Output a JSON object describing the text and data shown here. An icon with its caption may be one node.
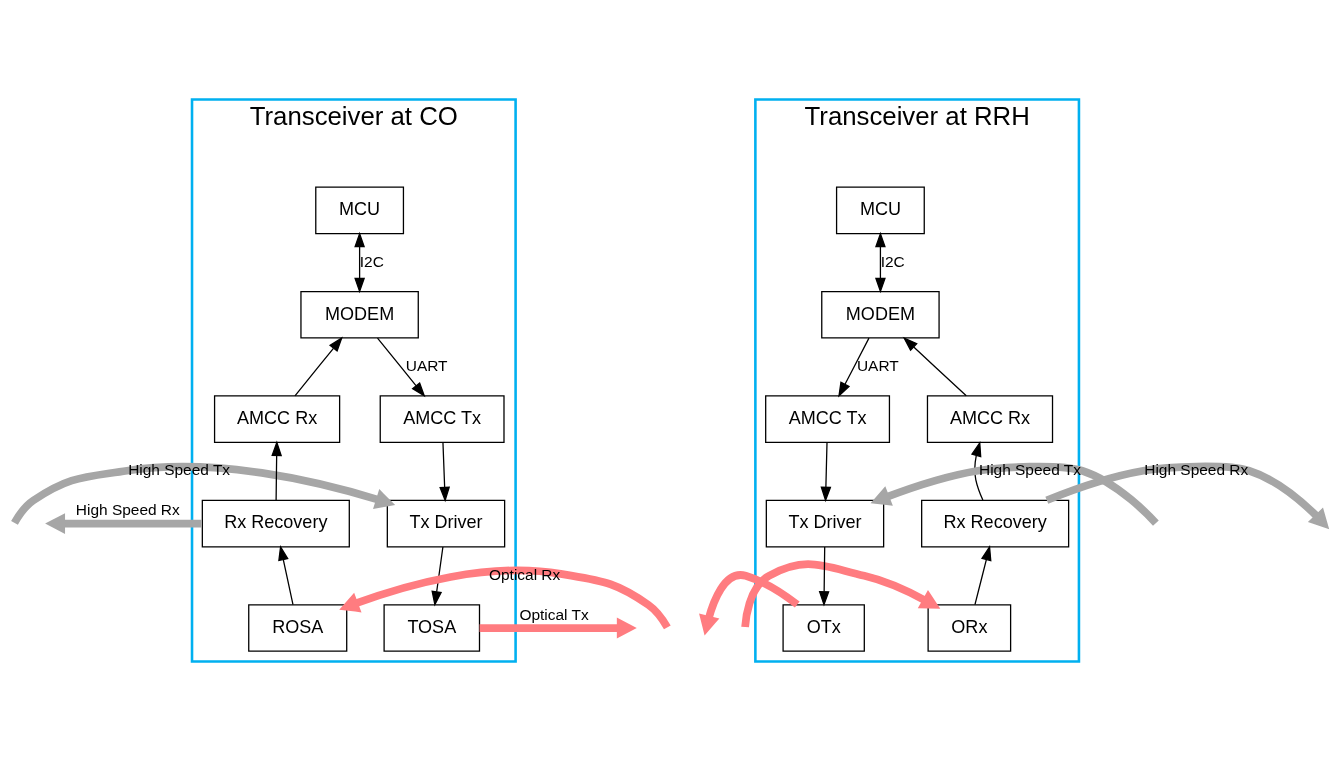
{
  "diagram": {
    "nodes": [
      {
        "text": [
          "Transceiver at CO"
        ]
      },
      {
        "text": [
          "MCU"
        ],
        "in": 0
      },
      {
        "text": [
          "MODEM"
        ],
        "in": 0
      },
      {
        "text": [
          "AMCC Rx"
        ],
        "in": 0
      },
      {
        "text": [
          "AMCC Tx"
        ],
        "in": 0
      },
      {
        "text": [
          "Tx Driver"
        ],
        "in": 0
      },
      {
        "text": [
          "Rx Recovery"
        ],
        "in": 0
      },
      {
        "text": [
          "TOSA"
        ],
        "in": 0
      },
      {
        "text": [
          "ROSA"
        ],
        "in": 0
      },
      {
        "text": [
          "Transceiver at RRH"
        ]
      },
      {
        "text": [
          "MCU"
        ],
        "in": 9
      },
      {
        "text": [
          "MODEM"
        ],
        "in": 9
      },
      {
        "text": [
          "AMCC Tx"
        ],
        "in": 9
      },
      {
        "text": [
          "AMCC Rx"
        ],
        "in": 9
      },
      {
        "text": [
          "Tx Driver"
        ],
        "in": 9
      },
      {
        "text": [
          "Rx Recovery"
        ],
        "in": 9
      },
      {
        "text": [
          "OTx"
        ],
        "in": 9
      },
      {
        "text": [
          "ORx"
        ],
        "in": 9
      }
    ],
    "edges": [
      {
        "from": 1,
        "to": 2,
        "arrow": "both",
        "label": "I2C"
      },
      {
        "from": 3,
        "to": 2,
        "arrow": "to"
      },
      {
        "from": 2,
        "to": 4,
        "arrow": "to",
        "label": "UART"
      },
      {
        "from": 4,
        "to": 5,
        "arrow": "to"
      },
      {
        "from": 5,
        "to": 7,
        "arrow": "to"
      },
      {
        "from": 8,
        "to": 6,
        "arrow": "to"
      },
      {
        "from": 6,
        "to": 3,
        "arrow": "to"
      },
      {
        "from": null,
        "to": 5,
        "arrow": "to",
        "label": "High Speed Tx",
        "style": "thick",
        "color": "#a6a6a6"
      },
      {
        "from": 6,
        "to": null,
        "arrow": "to",
        "label": "High Speed Rx",
        "style": "thick",
        "color": "#a6a6a6"
      },
      {
        "from": 7,
        "to": null,
        "arrow": "to",
        "label": "Optical Tx",
        "style": "thick",
        "color": "#ff7c80"
      },
      {
        "from": null,
        "to": 8,
        "arrow": "to",
        "label": "Optical Rx",
        "style": "thick",
        "color": "#ff7c80"
      },
      {
        "from": 10,
        "to": 11,
        "arrow": "both",
        "label": "I2C"
      },
      {
        "from": 11,
        "to": 12,
        "arrow": "to",
        "label": "UART"
      },
      {
        "from": 13,
        "to": 11,
        "arrow": "to"
      },
      {
        "from": 12,
        "to": 14,
        "arrow": "to"
      },
      {
        "from": 14,
        "to": 16,
        "arrow": "to"
      },
      {
        "from": 17,
        "to": 15,
        "arrow": "to"
      },
      {
        "from": 15,
        "to": 13,
        "arrow": "to"
      },
      {
        "from": null,
        "to": 14,
        "arrow": "to",
        "label": "High Speed Tx",
        "style": "thick",
        "color": "#a6a6a6"
      },
      {
        "from": 15,
        "to": null,
        "arrow": "to",
        "label": "High Speed Rx",
        "style": "thick",
        "color": "#a6a6a6"
      },
      {
        "from": 16,
        "to": null,
        "arrow": "to",
        "style": "thick",
        "color": "#ff7c80"
      },
      {
        "from": null,
        "to": 17,
        "arrow": "to",
        "style": "thick",
        "color": "#ff7c80"
      }
    ]
  }
}
